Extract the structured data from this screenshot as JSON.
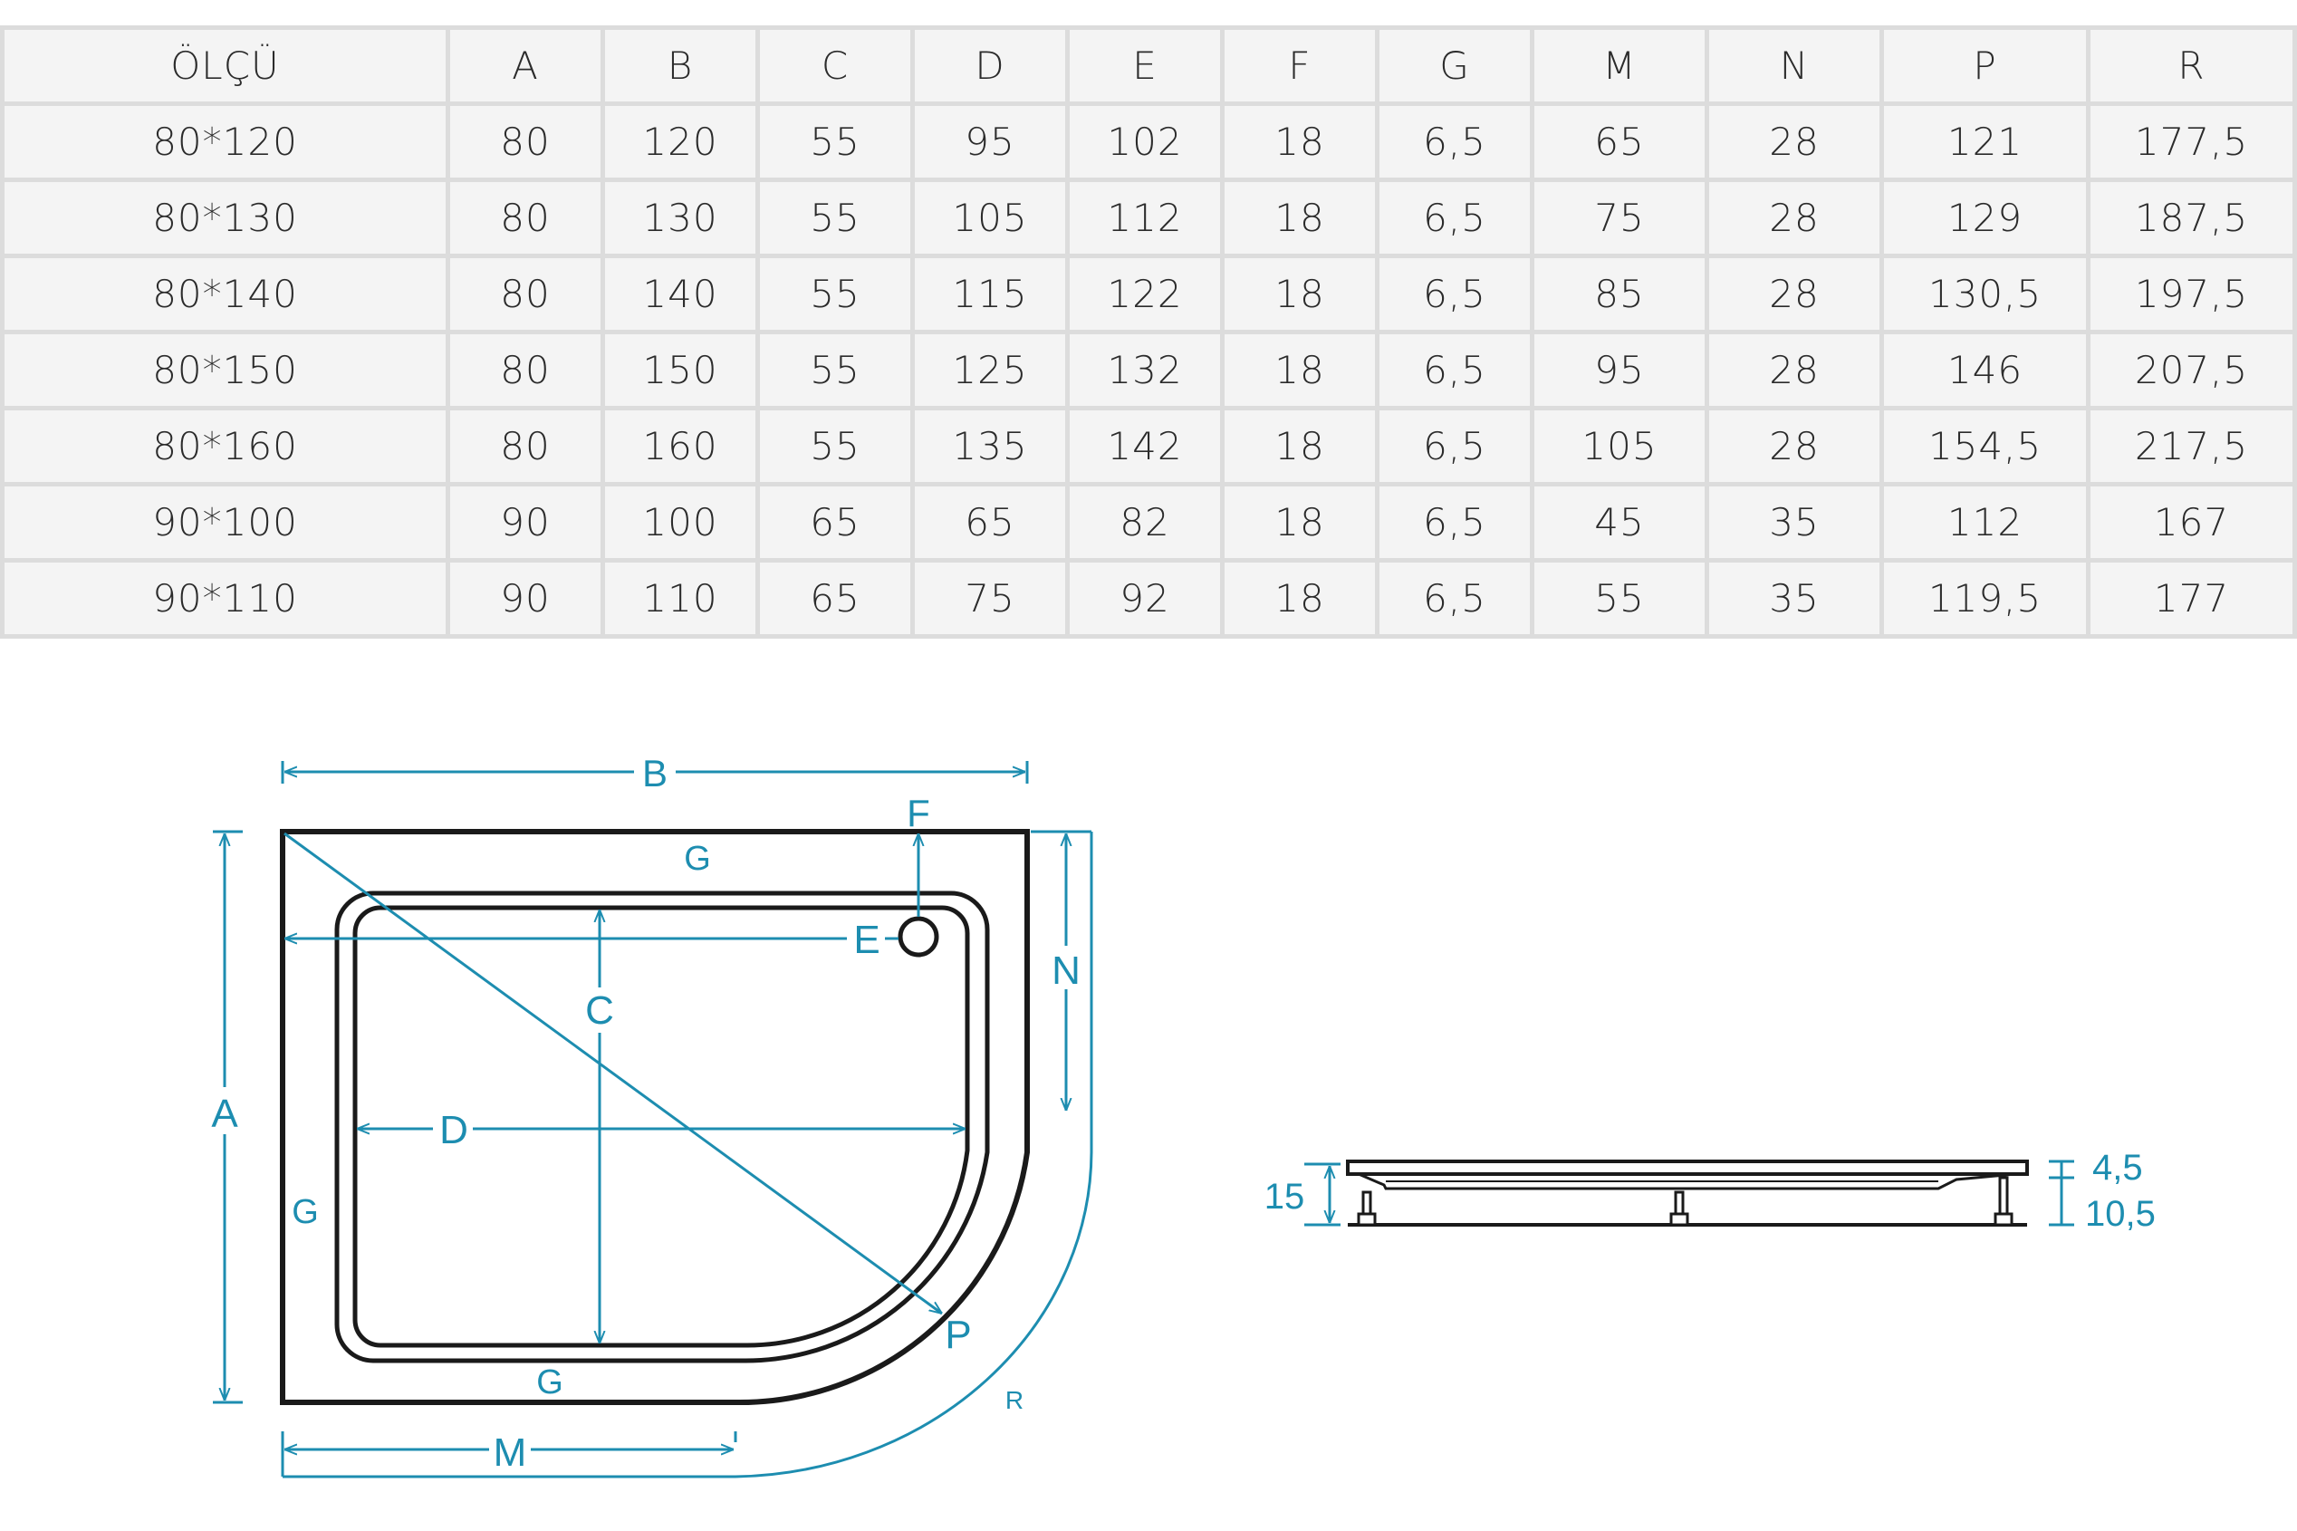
{
  "table": {
    "headers": [
      "ÖLÇÜ",
      "A",
      "B",
      "C",
      "D",
      "E",
      "F",
      "G",
      "M",
      "N",
      "P",
      "R"
    ],
    "rows": [
      [
        "80*120",
        "80",
        "120",
        "55",
        "95",
        "102",
        "18",
        "6,5",
        "65",
        "28",
        "121",
        "177,5"
      ],
      [
        "80*130",
        "80",
        "130",
        "55",
        "105",
        "112",
        "18",
        "6,5",
        "75",
        "28",
        "129",
        "187,5"
      ],
      [
        "80*140",
        "80",
        "140",
        "55",
        "115",
        "122",
        "18",
        "6,5",
        "85",
        "28",
        "130,5",
        "197,5"
      ],
      [
        "80*150",
        "80",
        "150",
        "55",
        "125",
        "132",
        "18",
        "6,5",
        "95",
        "28",
        "146",
        "207,5"
      ],
      [
        "80*160",
        "80",
        "160",
        "55",
        "135",
        "142",
        "18",
        "6,5",
        "105",
        "28",
        "154,5",
        "217,5"
      ],
      [
        "90*100",
        "90",
        "100",
        "65",
        "65",
        "82",
        "18",
        "6,5",
        "45",
        "35",
        "112",
        "167"
      ],
      [
        "90*110",
        "90",
        "110",
        "65",
        "75",
        "92",
        "18",
        "6,5",
        "55",
        "35",
        "119,5",
        "177"
      ]
    ]
  },
  "top_view": {
    "labels": {
      "A": "A",
      "B": "B",
      "C": "C",
      "D": "D",
      "E": "E",
      "F": "F",
      "G_top": "G",
      "G_left": "G",
      "G_bottom": "G",
      "M": "M",
      "N": "N",
      "P": "P",
      "R": "R"
    }
  },
  "side_view": {
    "labels": {
      "height": "15",
      "top": "4,5",
      "bottom": "10,5"
    }
  },
  "colors": {
    "dimension": "#1d8db0",
    "outline": "#1a1a1a",
    "grid": "#dcdcdc"
  }
}
